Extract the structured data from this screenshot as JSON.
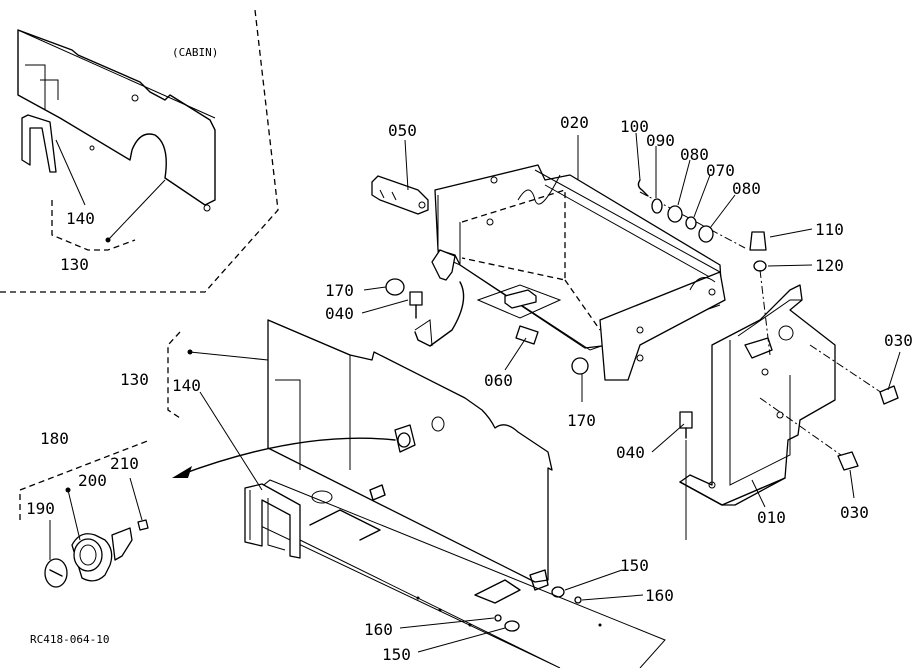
{
  "diagram": {
    "inset_caption": "(CABIN)",
    "drawing_code": "RC418-064-10",
    "callouts": {
      "p050": "050",
      "p020": "020",
      "p100": "100",
      "p090": "090",
      "p080a": "080",
      "p070": "070",
      "p080b": "080",
      "p110": "110",
      "p120": "120",
      "p170a": "170",
      "p040a": "040",
      "p060": "060",
      "p170b": "170",
      "p030a": "030",
      "p040b": "040",
      "p030b": "030",
      "p010": "010",
      "p130": "130",
      "p140": "140",
      "p180": "180",
      "p210": "210",
      "p200": "200",
      "p190": "190",
      "p150a": "150",
      "p160a": "160",
      "p160b": "160",
      "p150b": "150",
      "inset140": "140",
      "inset130": "130"
    }
  }
}
